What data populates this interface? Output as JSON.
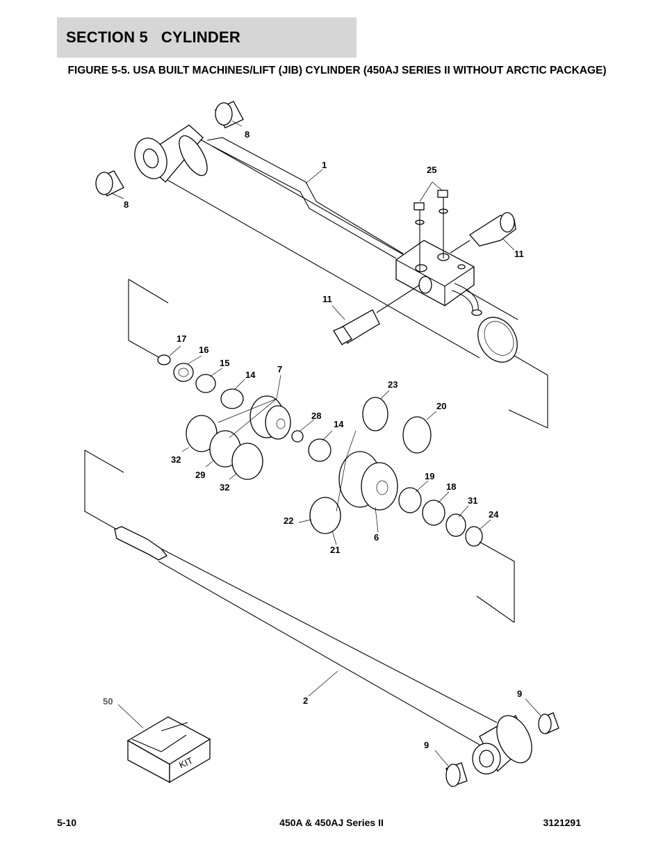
{
  "header": {
    "section": "SECTION 5   CYLINDER"
  },
  "figure": {
    "title": "FIGURE 5-5.  USA BUILT MACHINES/LIFT (JIB) CYLINDER (450AJ SERIES II WITHOUT ARCTIC PACKAGE)"
  },
  "callouts": [
    "1",
    "2",
    "6",
    "7",
    "8",
    "8",
    "9",
    "9",
    "11",
    "11",
    "14",
    "14",
    "15",
    "16",
    "17",
    "18",
    "19",
    "20",
    "21",
    "22",
    "23",
    "24",
    "25",
    "28",
    "29",
    "31",
    "32",
    "32",
    "50"
  ],
  "kit_label": "KIT",
  "footer": {
    "page": "5-10",
    "model": "450A & 450AJ Series II",
    "doc_number": "3121291"
  }
}
